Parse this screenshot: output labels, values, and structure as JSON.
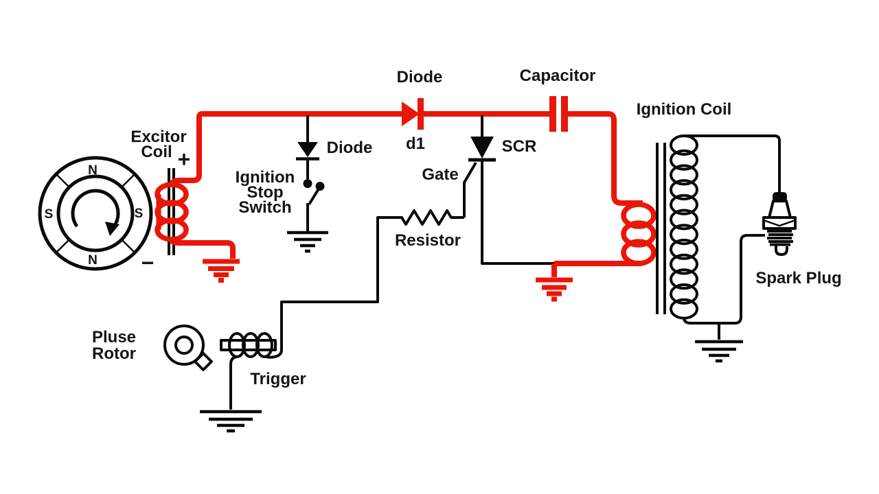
{
  "colors": {
    "wire_red": "#ea1609",
    "wire_black": "#0a0a0a",
    "background": "#ffffff"
  },
  "flywheel": {
    "pole_top": "N",
    "pole_left": "S",
    "pole_right": "S",
    "pole_bottom": "N"
  },
  "labels": {
    "excitor_coil": [
      "Excitor",
      "Coil"
    ],
    "polarity_plus": "+",
    "polarity_minus": "−",
    "ignition_stop_switch": [
      "Ignition",
      "Stop",
      "Switch"
    ],
    "stop_diode": "Diode",
    "main_diode": "Diode",
    "main_diode_ref": "d1",
    "capacitor": "Capacitor",
    "scr": "SCR",
    "gate": "Gate",
    "resistor": "Resistor",
    "ignition_coil": "Ignition Coil",
    "spark_plug": "Spark Plug",
    "pulse_rotor": [
      "Pluse",
      "Rotor"
    ],
    "trigger": "Trigger"
  }
}
